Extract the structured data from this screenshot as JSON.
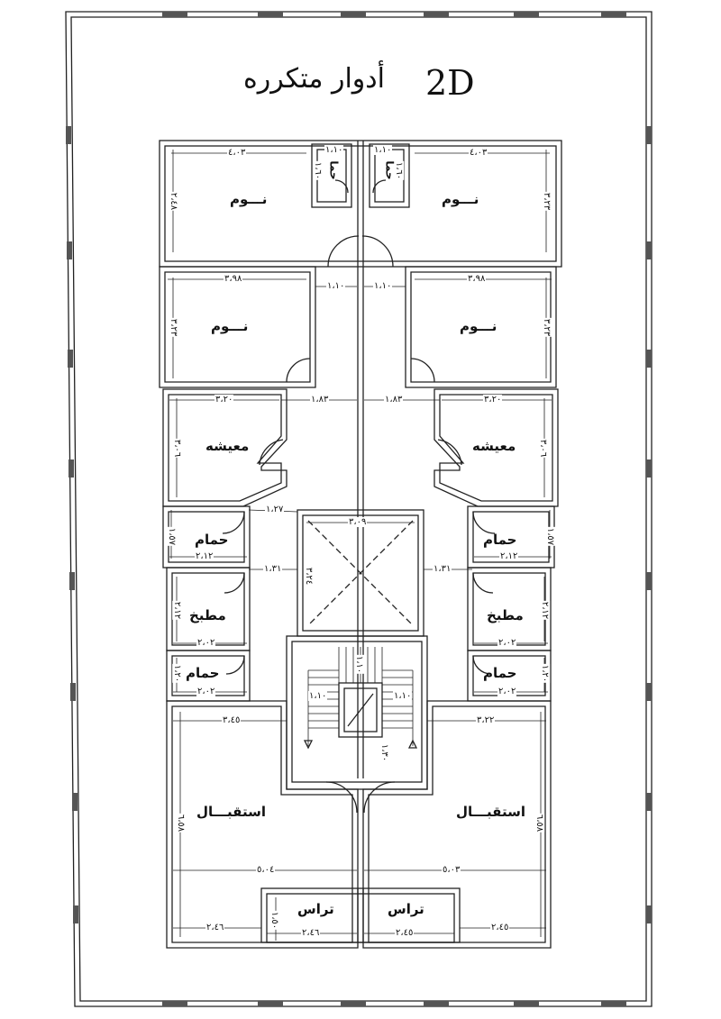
{
  "title": {
    "arabic": "أدوار متكرره",
    "badge": "2D"
  },
  "rooms": {
    "bed_top_left": "نـــوم",
    "bed_top_right": "نـــوم",
    "bed_mid_left": "نـــوم",
    "bed_mid_right": "نـــوم",
    "living_left": "معيشه",
    "living_right": "معيشه",
    "bath1_left": "حمام",
    "bath1_right": "حمام",
    "kitchen_left": "مطبخ",
    "kitchen_right": "مطبخ",
    "bath2_left": "حمام",
    "bath2_right": "حمام",
    "reception_left": "استقبـــال",
    "reception_right": "استقبـــال",
    "terrace_left": "تراس",
    "terrace_right": "تراس",
    "small_bath_left": "حما",
    "small_bath_right": "حما"
  },
  "dims": {
    "top_l_w": "٤،٠٣",
    "top_r_w": "٤،٠٣",
    "top_l_h": "٢،٤٨",
    "top_r_h": "٣،٢٣",
    "sb_l_w": "١،١٠",
    "sb_r_w": "١،١٠",
    "sb_l_h": "١،٦٠",
    "sb_r_h": "١،٦٠",
    "b2_l_w": "٣،٩٨",
    "b2_r_w": "٣،٩٨",
    "b2_l_h": "٣،٢٣",
    "b2_r_h": "٣،٢٣",
    "cor_l": "١،١٠",
    "cor_r": "١،١٠",
    "liv_l_w": "٣،٢٠",
    "liv_r_w": "٣،٢٠",
    "liv_l_h": "٣،٠٦",
    "liv_r_h": "٣،٠٦",
    "hall_l": "١،٨٣",
    "hall_r": "١،٨٣",
    "diag_l": "١،٢٧",
    "void_w": "٣،٠٩",
    "void_h": "٣،٢٤",
    "bath1_l_w": "٢،١٢",
    "bath1_r_w": "٢،١٢",
    "bath1_l_h": "١،٥٧",
    "bath1_r_h": "١،٥٧",
    "gap_l": "١،٣١",
    "gap_r": "١،٣١",
    "kit_l_w": "٢،٠٢",
    "kit_r_w": "٢،٠٢",
    "kit_l_h": "٢،١٢",
    "kit_r_h": "٢،١٢",
    "bath2_l_w": "٢،٠٢",
    "bath2_r_w": "٢،٠٢",
    "bath2_l_h": "١،٢٠",
    "bath2_r_h": "١،٢٠",
    "stair_top": "١،١٠",
    "stair_l": "١،١٠",
    "stair_r": "١،١٠",
    "stair_h": "١،٣٠",
    "rec_l_w": "٣،٤٥",
    "rec_r_w": "٣،٢٢",
    "rec_l_h": "٦،٥٨",
    "rec_r_h": "٦،٥٨",
    "full_l": "٥،٠٤",
    "full_r": "٥،٠٣",
    "ter_l_side": "٢،٤٦",
    "ter_l_w": "٢،٤٦",
    "ter_r_w": "٢،٤٥",
    "ter_r_side": "٢،٤٥",
    "ter_h": "١،٥٠"
  }
}
